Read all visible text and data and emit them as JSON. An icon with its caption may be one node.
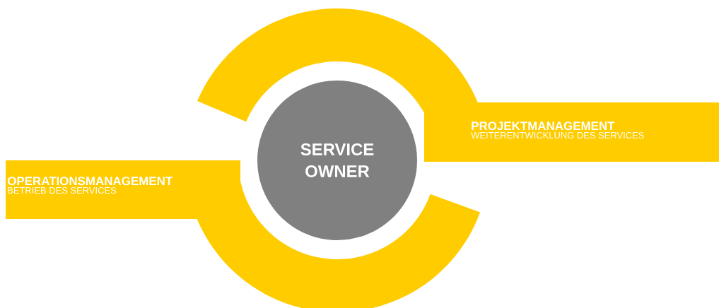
{
  "diagram": {
    "nodes": [
      {
        "text": [
          "SERVICE OWNER"
        ]
      },
      {
        "text": [
          "PROJEKTMANAGEMENT",
          "WEITERENTWICKLUNG DES SERVICES"
        ]
      },
      {
        "text": [
          "OPERATIONSMANAGEMENT",
          "BETRIEB DES SERVICES"
        ]
      }
    ]
  }
}
